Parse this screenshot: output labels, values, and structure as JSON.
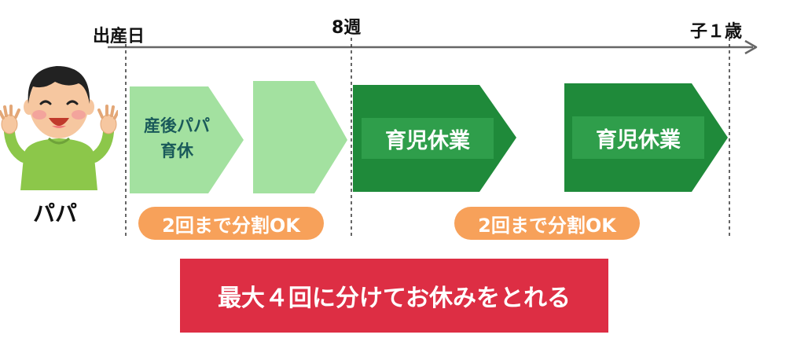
{
  "timeline": {
    "start_label": "出産日",
    "mid_label": "8週",
    "end_label": "子１歳"
  },
  "person": {
    "label": "パパ",
    "icon": "dad-illustration-icon"
  },
  "blocks": {
    "paternity_leave_line1": "産後パパ",
    "paternity_leave_line2": "育休",
    "childcare_leave_1": "育児休業",
    "childcare_leave_2": "育児休業"
  },
  "pills": {
    "split_left": "2回まで分割OK",
    "split_right": "2回まで分割OK"
  },
  "banner": {
    "text": "最大４回に分けてお休みをとれる"
  },
  "colors": {
    "light_green": "#a3e1a0",
    "dark_green": "#1f8a3a",
    "dark_green_text_bg": "#2f9e4b",
    "orange": "#f7a15a",
    "red": "#dd2e44",
    "timeline": "#666666"
  }
}
